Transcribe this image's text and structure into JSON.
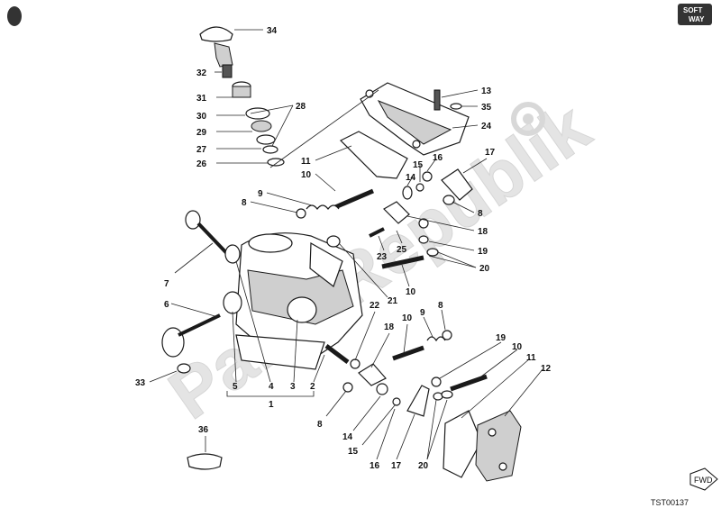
{
  "watermark": {
    "text": "Parts Republik"
  },
  "footer": {
    "code": "TST00137"
  },
  "logo": {
    "line1": "SOFT",
    "line2": "WAY"
  },
  "fwd_tag": {
    "text": "FWD"
  },
  "colors": {
    "ink": "#111111",
    "watermark": "#e0e0e0",
    "logo_bg": "#333333"
  },
  "callouts": {
    "n34": "34",
    "n32": "32",
    "n31": "31",
    "n30": "30",
    "n29": "29",
    "n27": "27",
    "n26": "26",
    "n28": "28",
    "n13": "13",
    "n35": "35",
    "n24": "24",
    "n11a": "11",
    "n10a": "10",
    "n9a": "9",
    "n8a": "8",
    "n14a": "14",
    "n15a": "15",
    "n16a": "16",
    "n17a": "17",
    "n8b": "8",
    "n18a": "18",
    "n19a": "19",
    "n20a": "20",
    "n25": "25",
    "n23": "23",
    "n21": "21",
    "n10b": "10",
    "n7": "7",
    "n6": "6",
    "n33": "33",
    "n5": "5",
    "n4": "4",
    "n3": "3",
    "n2": "2",
    "n1": "1",
    "n22": "22",
    "n18b": "18",
    "n10c": "10",
    "n9b": "9",
    "n8c": "8",
    "n19b": "19",
    "n10d": "10",
    "n11b": "11",
    "n12": "12",
    "n8d": "8",
    "n14b": "14",
    "n15b": "15",
    "n16b": "16",
    "n17b": "17",
    "n20b": "20",
    "n36": "36"
  }
}
